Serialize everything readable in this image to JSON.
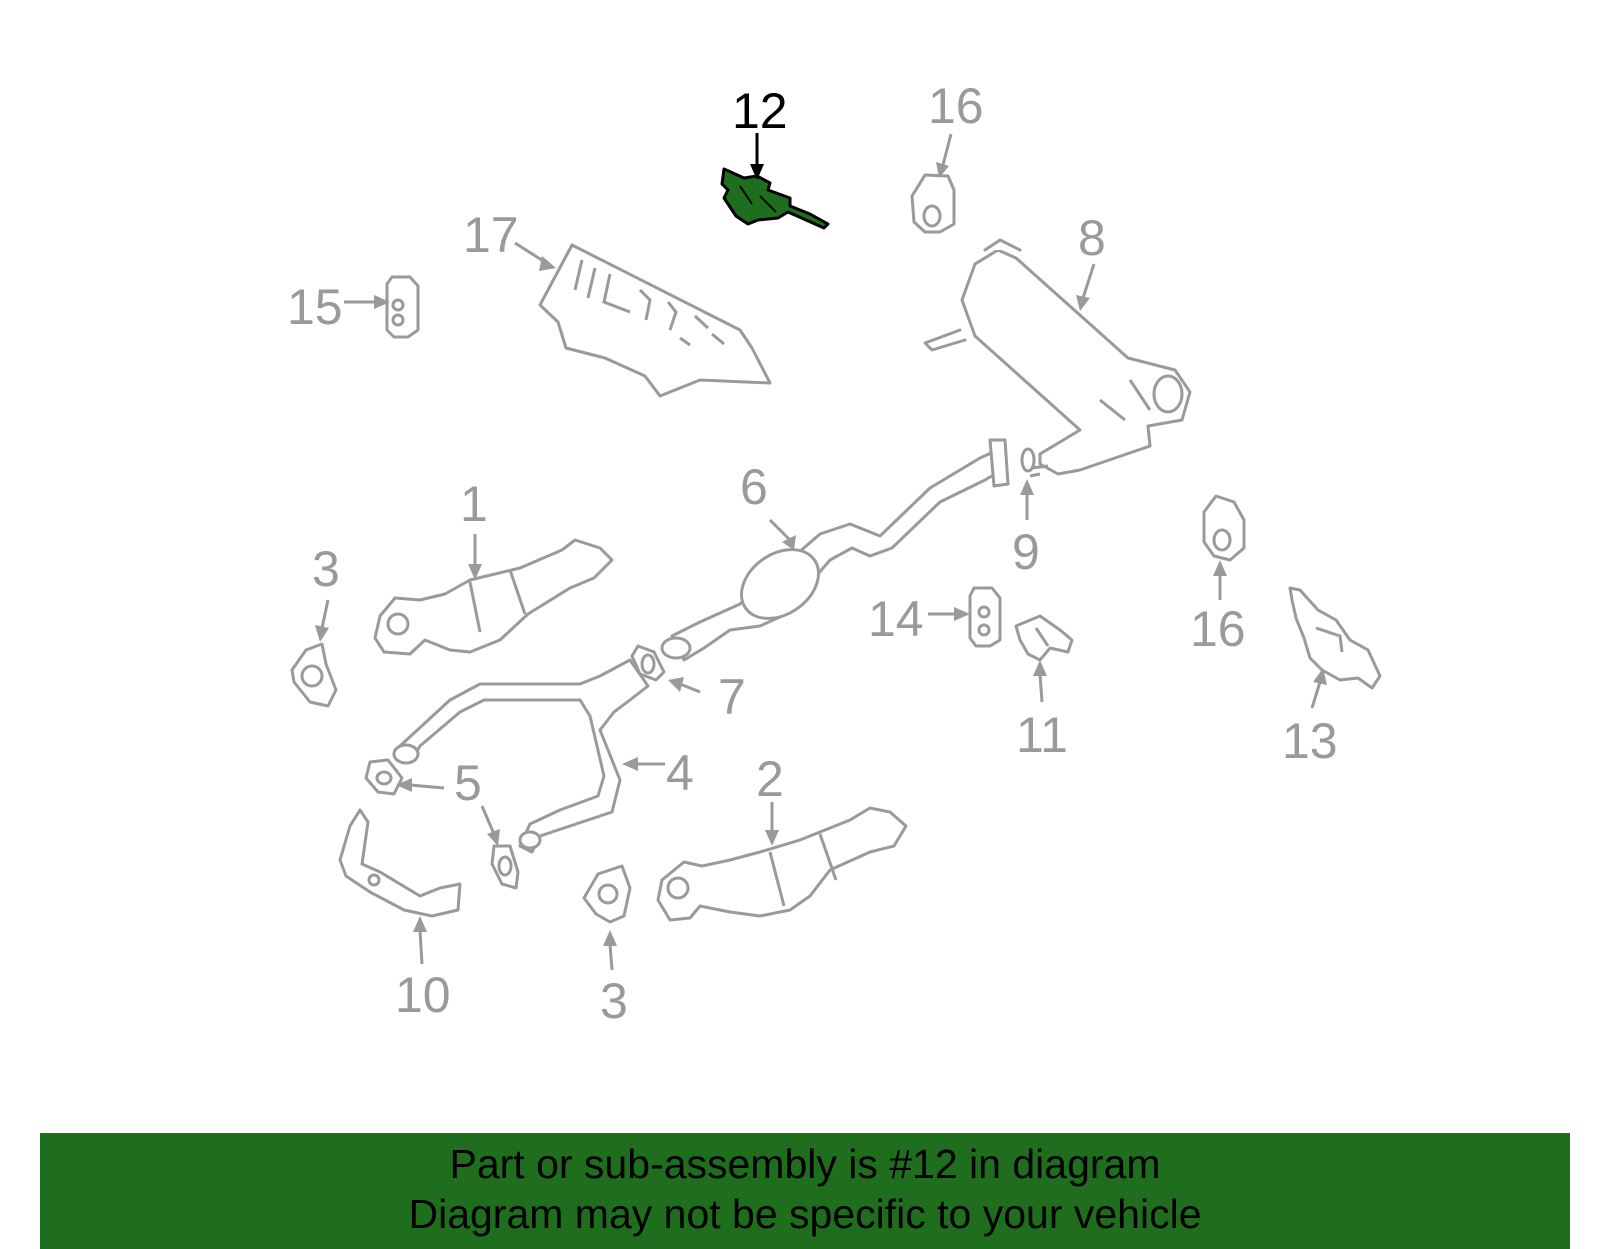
{
  "callouts": {
    "c1": "1",
    "c2": "2",
    "c3a": "3",
    "c3b": "3",
    "c4": "4",
    "c5": "5",
    "c6": "6",
    "c7": "7",
    "c8": "8",
    "c9": "9",
    "c10": "10",
    "c11": "11",
    "c12": "12",
    "c13": "13",
    "c14": "14",
    "c15": "15",
    "c16a": "16",
    "c16b": "16",
    "c17": "17"
  },
  "highlighted_part": "12",
  "banner": {
    "line1": "Part or sub-assembly is #12 in diagram",
    "line2": "Diagram may not be specific to your vehicle"
  },
  "colors": {
    "highlight": "#1e6e1e",
    "line_art": "#9a9a9a",
    "active_callout": "#000000"
  }
}
